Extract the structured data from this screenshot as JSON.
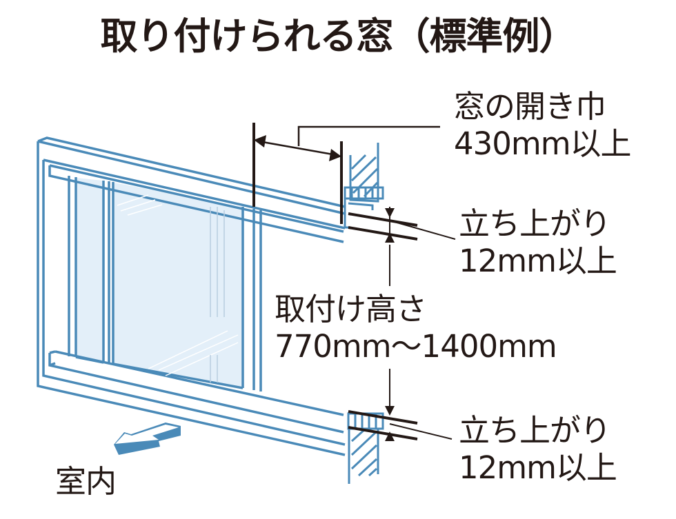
{
  "title": "取り付けられる窓（標準例）",
  "labels": {
    "opening_width": {
      "line1": "窓の開き巾",
      "line2": "430mm以上"
    },
    "top_rise": {
      "line1": "立ち上がり",
      "line2": "12mm以上"
    },
    "install_height": {
      "line1": "取付け高さ",
      "line2": "770mm〜1400mm"
    },
    "bottom_rise": {
      "line1": "立ち上がり",
      "line2": "12mm以上"
    },
    "indoor": "室内"
  },
  "colors": {
    "frame_blue": "#4a8ab8",
    "glass_fill": "#e3eff9",
    "dimension_black": "#231815",
    "arrow_blue": "#4a8ab8"
  }
}
